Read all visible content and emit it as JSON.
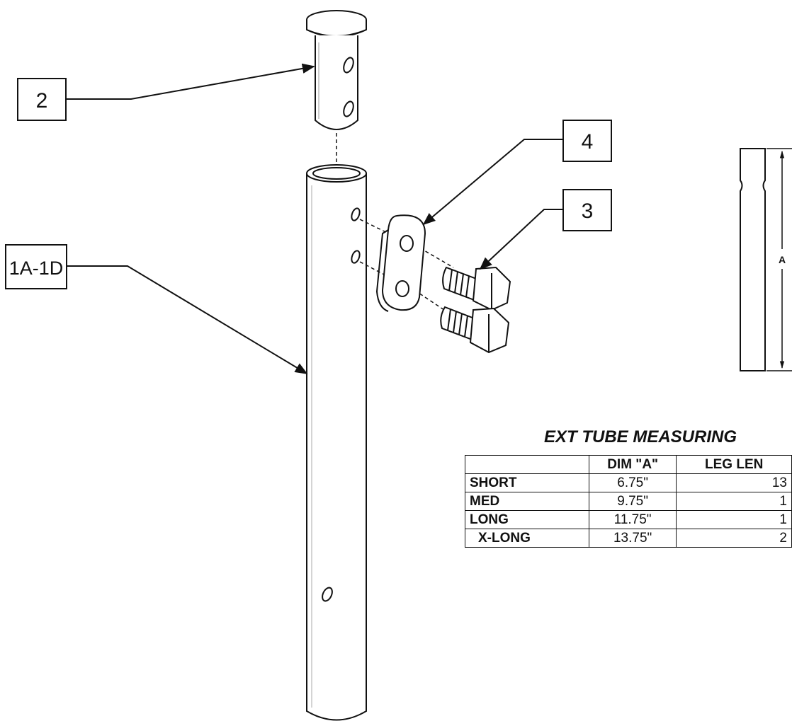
{
  "callouts": {
    "tube": "1A-1D",
    "pin": "2",
    "bolts": "3",
    "plate": "4"
  },
  "side_view": {
    "dim_label": "A"
  },
  "table": {
    "title": "EXT TUBE MEASURING",
    "headers": [
      "",
      "DIM \"A\"",
      "LEG LEN"
    ],
    "rows": [
      {
        "label": "SHORT",
        "dim": "6.75\"",
        "leg": "13"
      },
      {
        "label": "MED",
        "dim": "9.75\"",
        "leg": "1"
      },
      {
        "label": "LONG",
        "dim": "11.75\"",
        "leg": "1"
      },
      {
        "label": "X-LONG",
        "dim": "13.75\"",
        "leg": "2"
      }
    ]
  }
}
